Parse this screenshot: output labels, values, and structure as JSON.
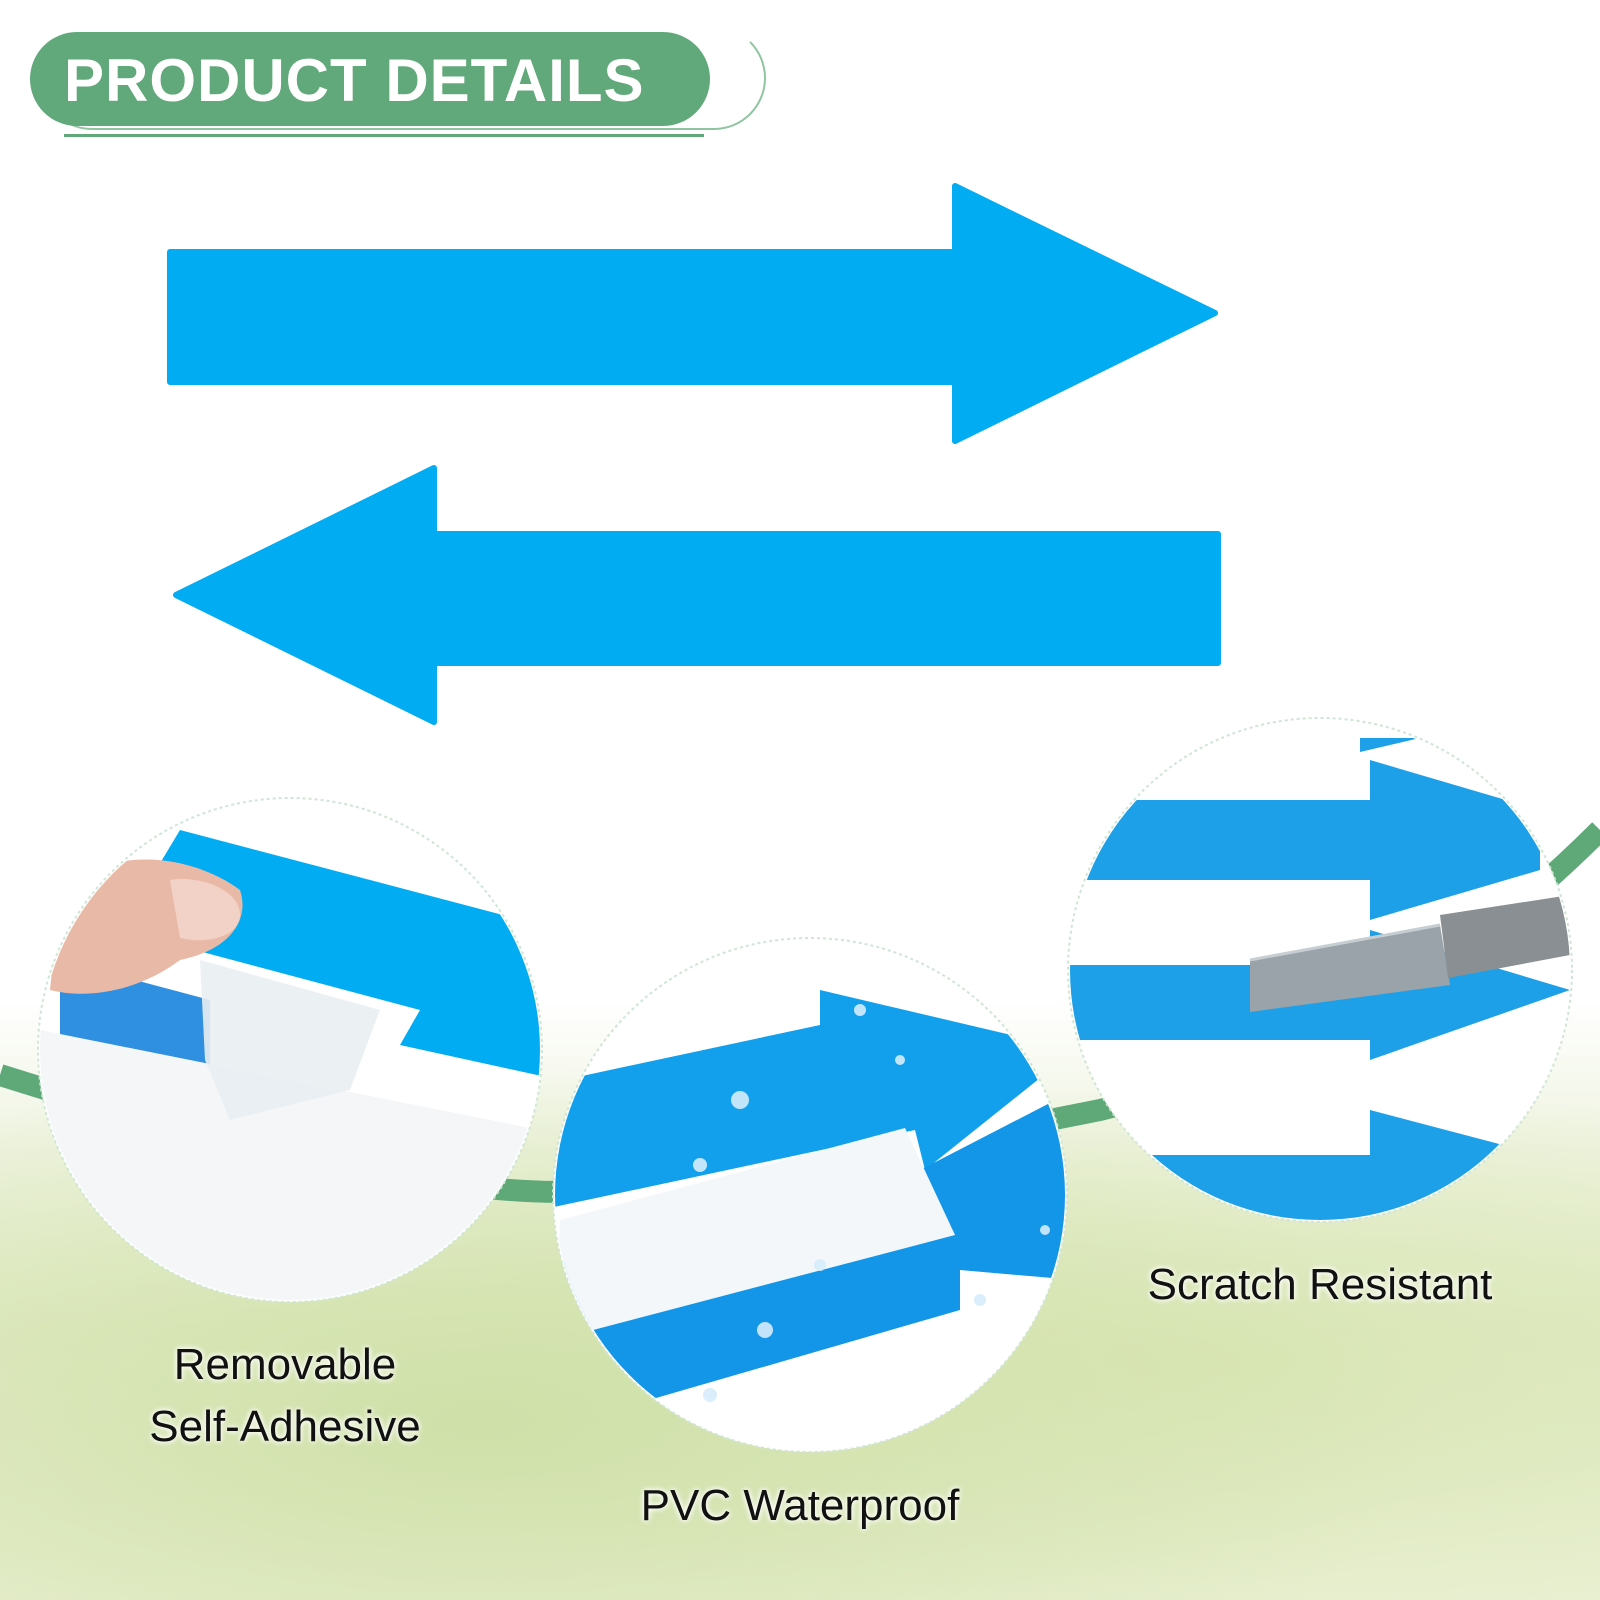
{
  "header": {
    "title": "PRODUCT DETAILS"
  },
  "features": [
    {
      "line1": "Removable",
      "line2": "Self-Adhesive"
    },
    {
      "line1": "PVC Waterproof"
    },
    {
      "line1": "Scratch Resistant"
    }
  ],
  "colors": {
    "arrow_blue": "#02acf2",
    "accent_green": "#61a87b",
    "text": "#111111"
  }
}
